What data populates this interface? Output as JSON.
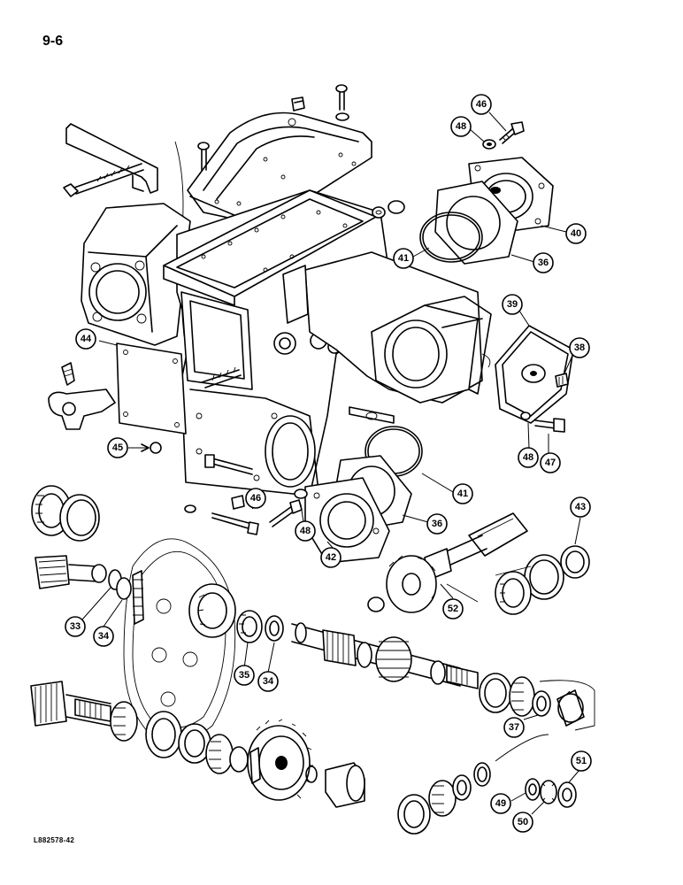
{
  "page": {
    "page_number": "9-6",
    "figure_code": "L882578-42"
  },
  "callouts": [
    {
      "id": "46-top",
      "number": "46"
    },
    {
      "id": "48-top",
      "number": "48"
    },
    {
      "id": "40",
      "number": "40"
    },
    {
      "id": "41-top",
      "number": "41"
    },
    {
      "id": "36-top",
      "number": "36"
    },
    {
      "id": "39",
      "number": "39"
    },
    {
      "id": "38",
      "number": "38"
    },
    {
      "id": "44",
      "number": "44"
    },
    {
      "id": "45",
      "number": "45"
    },
    {
      "id": "48-right",
      "number": "48"
    },
    {
      "id": "47",
      "number": "47"
    },
    {
      "id": "41-mid",
      "number": "41"
    },
    {
      "id": "46-mid",
      "number": "46"
    },
    {
      "id": "36-mid",
      "number": "36"
    },
    {
      "id": "48-mid",
      "number": "48"
    },
    {
      "id": "42",
      "number": "42"
    },
    {
      "id": "43",
      "number": "43"
    },
    {
      "id": "52",
      "number": "52"
    },
    {
      "id": "33",
      "number": "33"
    },
    {
      "id": "34-left",
      "number": "34"
    },
    {
      "id": "35",
      "number": "35"
    },
    {
      "id": "34-mid",
      "number": "34"
    },
    {
      "id": "37",
      "number": "37"
    },
    {
      "id": "51",
      "number": "51"
    },
    {
      "id": "49",
      "number": "49"
    },
    {
      "id": "50",
      "number": "50"
    }
  ]
}
